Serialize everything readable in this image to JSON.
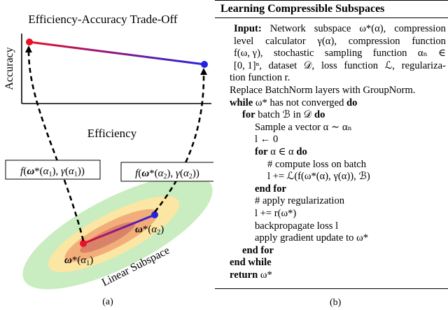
{
  "figure_a": {
    "title": "Efficiency-Accuracy Trade-Off",
    "y_axis_label": "Accuracy",
    "x_axis_label": "Efficiency",
    "box_left": "f(ω*(α₁), γ(α₁))",
    "box_right": "f(ω*(α₂), γ(α₂))",
    "point_alpha1": "ω*(α₁)",
    "point_alpha2": "ω*(α₂)",
    "subspace_label": "Linear Subspace",
    "caption": "(a)",
    "colors": {
      "start": "#e8102a",
      "end": "#2424e0",
      "ellipse_outer": "#c9ecc0",
      "ellipse_mid": "#fbe6a4",
      "ellipse_inner": "#f2ad7a",
      "ellipse_core": "#d9826a"
    }
  },
  "algorithm": {
    "title": "Learning Compressible Subspaces",
    "caption": "(b)",
    "input_kw": "Input:",
    "input_lines": [
      [
        "Network",
        "subspace",
        "ω*(α),",
        "compression"
      ],
      [
        "level",
        "calculator",
        "γ(α),",
        "compression",
        "function"
      ],
      [
        "f(ω, γ),",
        "stochastic",
        "sampling",
        "function",
        "αₙ",
        "∈"
      ],
      [
        "[0, 1]ⁿ,",
        "dataset",
        "𝒟,",
        "loss",
        "function",
        "ℒ,",
        "regulariza-"
      ],
      [
        "tion function r."
      ]
    ],
    "replace_line": "Replace BatchNorm layers with GroupNorm.",
    "while_kw": "while",
    "while_cond": "ω* has not converged",
    "do_kw": "do",
    "for_kw": "for",
    "for_batch_cond": "batch ℬ in 𝒟",
    "sample_line": "Sample a vector α ∼ αₙ",
    "init_loss": "l ← 0",
    "for_alpha_cond": "α ∈ α",
    "comment_compute": "# compute loss on batch",
    "loss_update": "l += ℒ(f(ω*(α), γ(α)), ℬ)",
    "end_for": "end for",
    "comment_reg": "# apply regularization",
    "reg_update": "l += r(ω*)",
    "backprop": "backpropagate loss l",
    "gradient": "apply gradient update to ω*",
    "end_while": "end while",
    "return_kw": "return",
    "return_val": "ω*"
  }
}
